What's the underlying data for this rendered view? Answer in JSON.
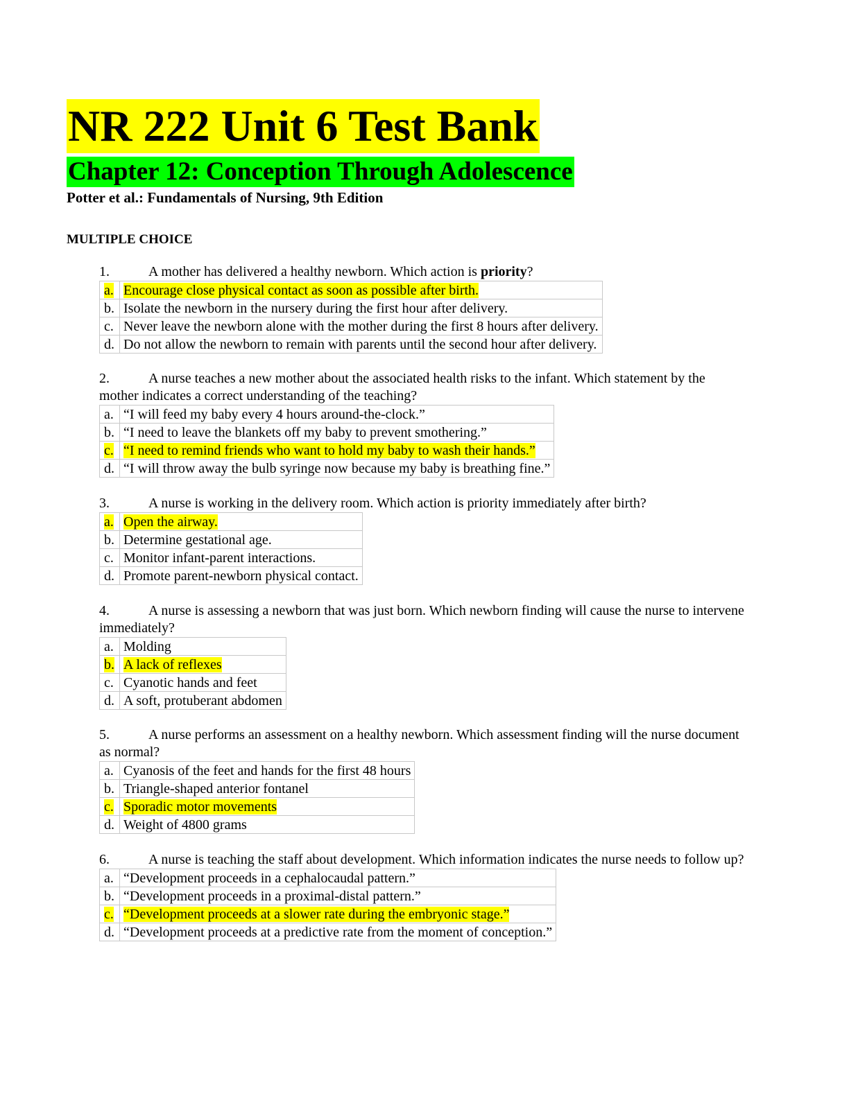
{
  "header": {
    "title": "NR 222 Unit 6 Test Bank",
    "chapter": "Chapter 12: Conception Through Adolescence",
    "source": "Potter et al.: Fundamentals of Nursing, 9th Edition",
    "section": "MULTIPLE CHOICE"
  },
  "highlight_colors": {
    "title": "#ffff00",
    "chapter": "#00ff00",
    "answer": "#ffff00"
  },
  "questions": [
    {
      "number": "1.",
      "stem_before": "A mother has delivered a healthy newborn. Which action is ",
      "stem_bold": "priority",
      "stem_after": "?",
      "options": [
        {
          "letter": "a.",
          "text": "Encourage close physical contact as soon as possible after birth.",
          "correct": true
        },
        {
          "letter": "b.",
          "text": "Isolate the newborn in the nursery during the first hour after delivery.",
          "correct": false
        },
        {
          "letter": "c.",
          "text": "Never leave the newborn alone with the mother during the first 8 hours after delivery.",
          "correct": false
        },
        {
          "letter": "d.",
          "text": "Do not allow the newborn to remain with parents until the second hour after delivery.",
          "correct": false
        }
      ]
    },
    {
      "number": "2.",
      "stem_before": "A nurse teaches a new mother about the associated health risks to the infant. Which statement by the mother indicates a correct understanding of the teaching?",
      "stem_bold": "",
      "stem_after": "",
      "options": [
        {
          "letter": "a.",
          "text": "“I will feed my baby every 4 hours around-the-clock.”",
          "correct": false
        },
        {
          "letter": "b.",
          "text": "“I need to leave the blankets off my baby to prevent smothering.”",
          "correct": false
        },
        {
          "letter": "c.",
          "text": "“I need to remind friends who want to hold my baby to wash their hands.”",
          "correct": true
        },
        {
          "letter": "d.",
          "text": "“I will throw away the bulb syringe now because my baby is breathing fine.”",
          "correct": false
        }
      ]
    },
    {
      "number": "3.",
      "stem_before": "A nurse is working in the delivery room. Which action is priority immediately after birth?",
      "stem_bold": "",
      "stem_after": "",
      "options": [
        {
          "letter": "a.",
          "text": "Open the airway.",
          "correct": true
        },
        {
          "letter": "b.",
          "text": "Determine gestational age.",
          "correct": false
        },
        {
          "letter": "c.",
          "text": "Monitor infant-parent interactions.",
          "correct": false
        },
        {
          "letter": "d.",
          "text": "Promote parent-newborn physical contact.",
          "correct": false
        }
      ]
    },
    {
      "number": "4.",
      "stem_before": "A nurse is assessing a newborn that was just born. Which newborn finding will cause the nurse to intervene immediately?",
      "stem_bold": "",
      "stem_after": "",
      "options": [
        {
          "letter": "a.",
          "text": "Molding",
          "correct": false
        },
        {
          "letter": "b.",
          "text": "A lack of reflexes",
          "correct": true
        },
        {
          "letter": "c.",
          "text": "Cyanotic hands and feet",
          "correct": false
        },
        {
          "letter": "d.",
          "text": "A soft, protuberant abdomen",
          "correct": false
        }
      ]
    },
    {
      "number": "5.",
      "stem_before": "A nurse performs an assessment on a healthy newborn. Which assessment finding will the nurse document as normal?",
      "stem_bold": "",
      "stem_after": "",
      "options": [
        {
          "letter": "a.",
          "text": "Cyanosis of the feet and hands for the first 48 hours",
          "correct": false
        },
        {
          "letter": "b.",
          "text": "Triangle-shaped anterior fontanel",
          "correct": false
        },
        {
          "letter": "c.",
          "text": "Sporadic motor movements",
          "correct": true
        },
        {
          "letter": "d.",
          "text": "Weight of 4800 grams",
          "correct": false
        }
      ]
    },
    {
      "number": "6.",
      "stem_before": "A nurse is teaching the staff about development. Which information indicates the nurse needs to follow up?",
      "stem_bold": "",
      "stem_after": "",
      "options": [
        {
          "letter": "a.",
          "text": "“Development proceeds in a cephalocaudal pattern.”",
          "correct": false
        },
        {
          "letter": "b.",
          "text": "“Development proceeds in a proximal-distal pattern.”",
          "correct": false
        },
        {
          "letter": "c.",
          "text": "“Development proceeds at a slower rate during the embryonic stage.”",
          "correct": true
        },
        {
          "letter": "d.",
          "text": "“Development proceeds at a predictive rate from the moment of conception.”",
          "correct": false
        }
      ]
    }
  ]
}
